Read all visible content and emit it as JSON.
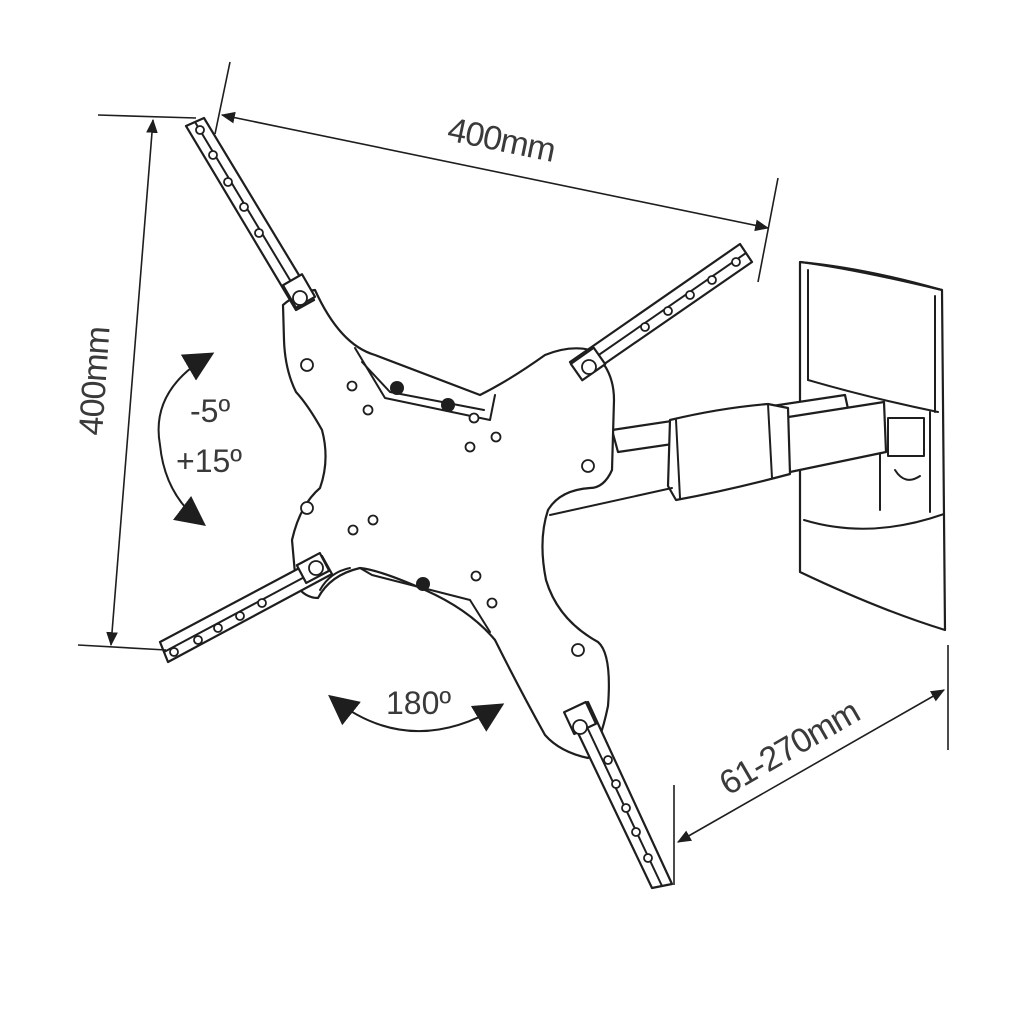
{
  "dimensions": {
    "width_label": "400mm",
    "height_label": "400mm",
    "extension_label": "61-270mm"
  },
  "angles": {
    "tilt_minus": "-5º",
    "tilt_plus": "+15º",
    "swivel": "180º"
  },
  "colors": {
    "line": "#1e1e1e",
    "text": "#3a3a3a",
    "background": "#ffffff"
  }
}
